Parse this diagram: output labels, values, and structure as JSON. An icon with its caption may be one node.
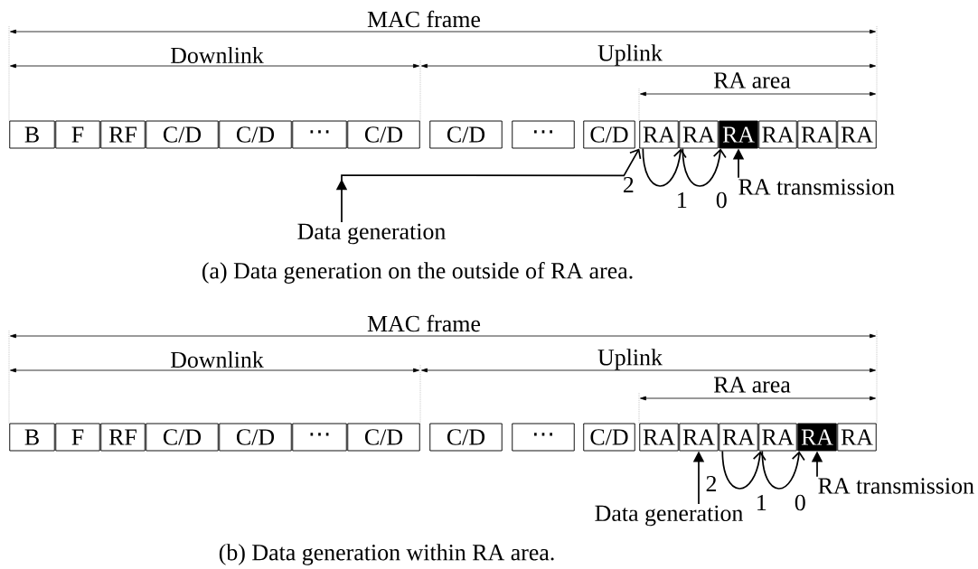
{
  "diagram": {
    "nodes": [
      {
        "text": [
          "B"
        ]
      },
      {
        "text": [
          "F"
        ]
      },
      {
        "text": [
          "RF"
        ]
      },
      {
        "text": [
          "C/D"
        ]
      },
      {
        "text": [
          "C/D"
        ]
      },
      {
        "text": [
          "⋯"
        ]
      },
      {
        "text": [
          "C/D"
        ]
      },
      {
        "text": [
          "C/D"
        ]
      },
      {
        "text": [
          "⋯"
        ]
      },
      {
        "text": [
          "C/D"
        ]
      },
      {
        "text": [
          "RA"
        ]
      },
      {
        "text": [
          "RA"
        ]
      },
      {
        "text": [
          "RA"
        ]
      },
      {
        "text": [
          "RA"
        ]
      },
      {
        "text": [
          "RA"
        ]
      },
      {
        "text": [
          "RA"
        ]
      },
      {
        "text": [
          "RA transmission"
        ]
      },
      {
        "text": [
          "Data generation"
        ]
      },
      {
        "text": [
          "B"
        ]
      },
      {
        "text": [
          "F"
        ]
      },
      {
        "text": [
          "RF"
        ]
      },
      {
        "text": [
          "C/D"
        ]
      },
      {
        "text": [
          "C/D"
        ]
      },
      {
        "text": [
          "⋯"
        ]
      },
      {
        "text": [
          "C/D"
        ]
      },
      {
        "text": [
          "C/D"
        ]
      },
      {
        "text": [
          "⋯"
        ]
      },
      {
        "text": [
          "C/D"
        ]
      },
      {
        "text": [
          "RA"
        ]
      },
      {
        "text": [
          "RA"
        ]
      },
      {
        "text": [
          "RA"
        ]
      },
      {
        "text": [
          "RA"
        ]
      },
      {
        "text": [
          "RA"
        ]
      },
      {
        "text": [
          "RA"
        ]
      },
      {
        "text": [
          "RA transmission"
        ]
      },
      {
        "text": [
          "Data generation"
        ]
      }
    ],
    "edges": [
      {
        "from": 17,
        "to": 10,
        "arrow": "to",
        "label": "2"
      },
      {
        "from": 10,
        "to": 11,
        "arrow": "to",
        "label": "1"
      },
      {
        "from": 11,
        "to": 12,
        "arrow": "to",
        "label": "0"
      },
      {
        "from": 16,
        "to": 12,
        "arrow": "to"
      },
      {
        "from": 35,
        "to": 29,
        "arrow": "to",
        "label": "2"
      },
      {
        "from": 30,
        "to": 31,
        "arrow": "to",
        "label": "1"
      },
      {
        "from": 31,
        "to": 32,
        "arrow": "to",
        "label": "0"
      },
      {
        "from": 34,
        "to": 32,
        "arrow": "to"
      }
    ],
    "labels": [
      "MAC frame",
      "Downlink",
      "Uplink",
      "RA area",
      "(a) Data generation on the outside of RA area.",
      "MAC frame",
      "Downlink",
      "Uplink",
      "RA area",
      "(b) Data generation within RA area."
    ]
  }
}
